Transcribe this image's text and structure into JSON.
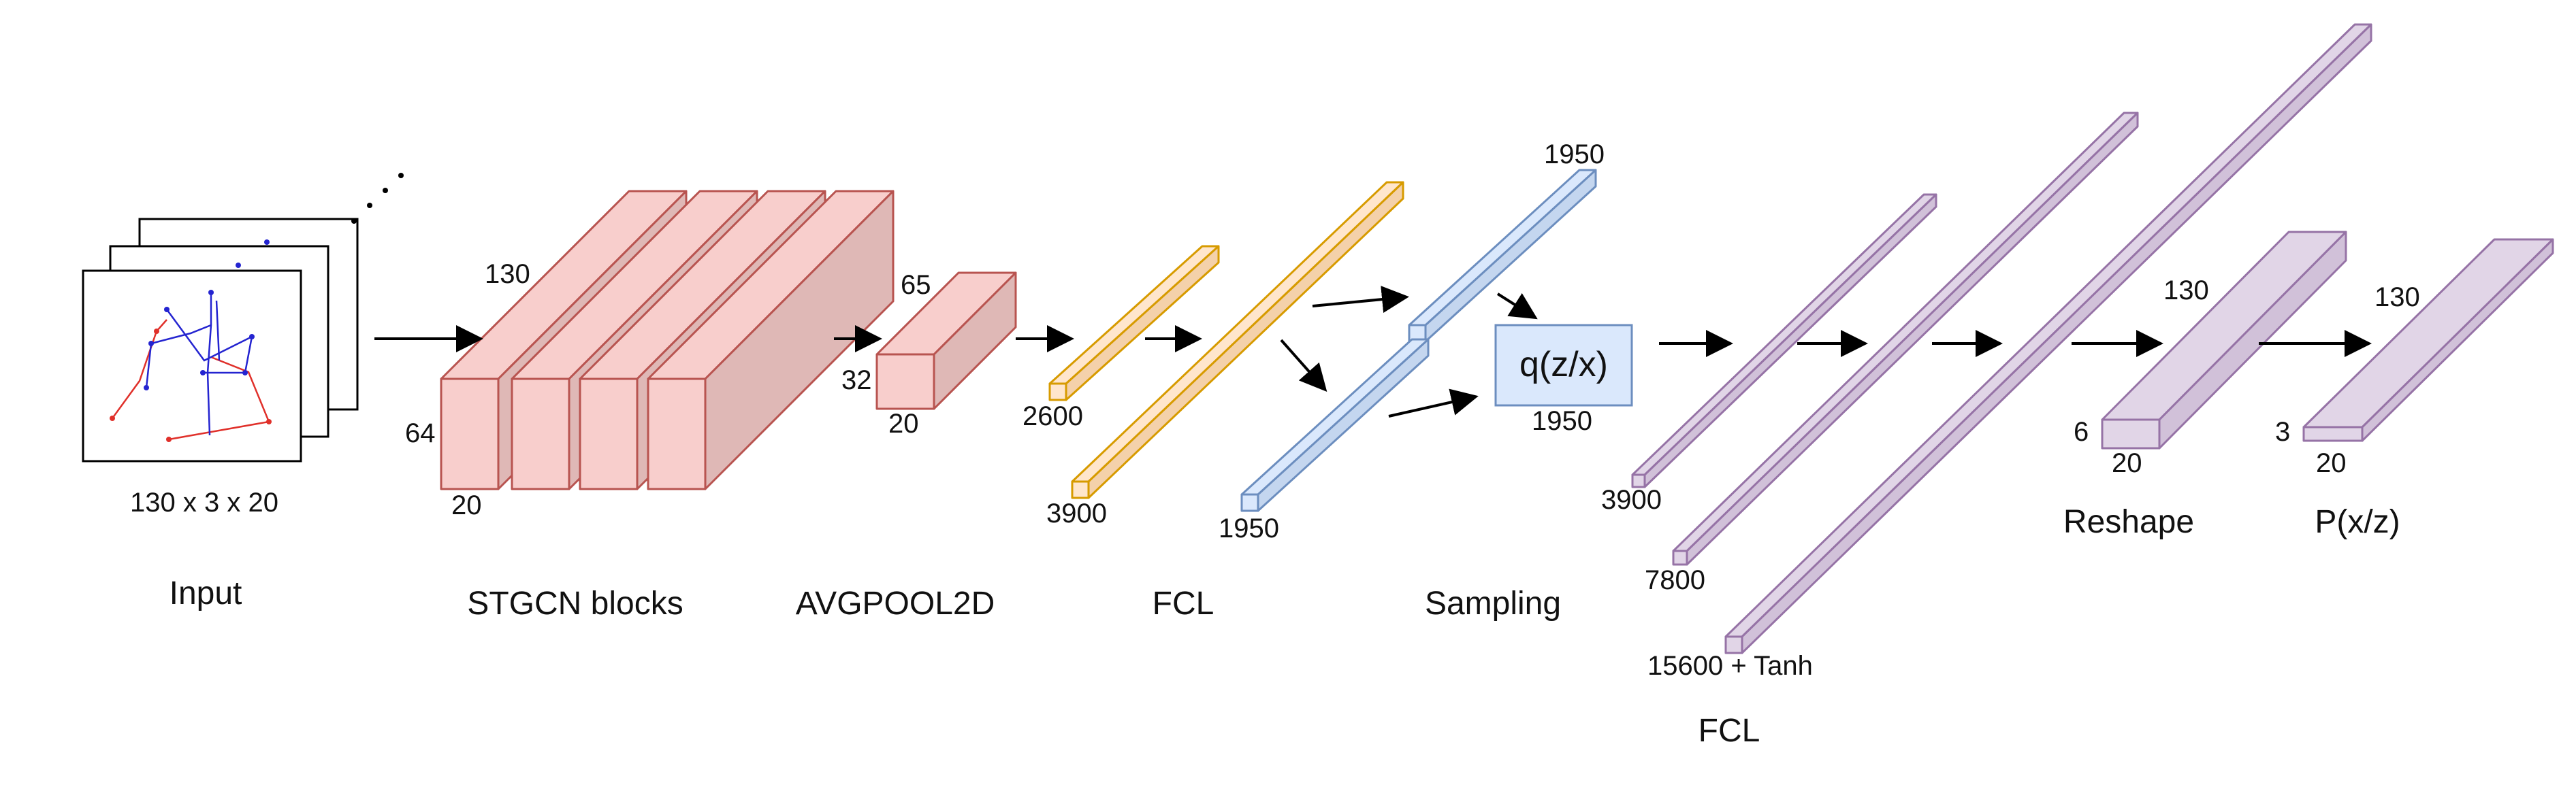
{
  "colors": {
    "red_fill": "#f8cecc",
    "red_stroke": "#b85450",
    "red_dark": "#dfb8b6",
    "orange_fill": "#ffe6cc",
    "orange_stroke": "#d79b00",
    "orange_dark": "#f4d1aa",
    "blue_fill": "#dae8fc",
    "blue_stroke": "#6c8ebf",
    "blue_dark": "#c4d6ef",
    "purple_fill": "#e1d5e7",
    "purple_stroke": "#9673a6",
    "purple_dark": "#d1c1d9",
    "skeleton_red": "#e0302a",
    "skeleton_blue": "#2424d0"
  },
  "input": {
    "dims": "130 x 3 x 20",
    "caption": "Input"
  },
  "stgcn": {
    "label_130": "130",
    "label_64": "64",
    "label_20": "20",
    "caption": "STGCN blocks"
  },
  "avgpool": {
    "label_65": "65",
    "label_32": "32",
    "label_20": "20",
    "caption": "AVGPOOL2D"
  },
  "fcl1": {
    "label_2600": "2600",
    "label_3900": "3900",
    "caption": "FCL"
  },
  "latent": {
    "label_1950_top": "1950",
    "label_1950_bottom": "1950"
  },
  "sampling": {
    "box_text": "q(z/x)",
    "label_1950": "1950",
    "caption": "Sampling"
  },
  "fcl2": {
    "label_3900": "3900",
    "label_7800": "7800",
    "label_15600": "15600 + Tanh",
    "caption": "FCL"
  },
  "reshape": {
    "label_130": "130",
    "label_6": "6",
    "label_20": "20",
    "caption": "Reshape"
  },
  "output": {
    "label_130": "130",
    "label_3": "3",
    "label_20": "20",
    "caption": "P(x/z)"
  }
}
